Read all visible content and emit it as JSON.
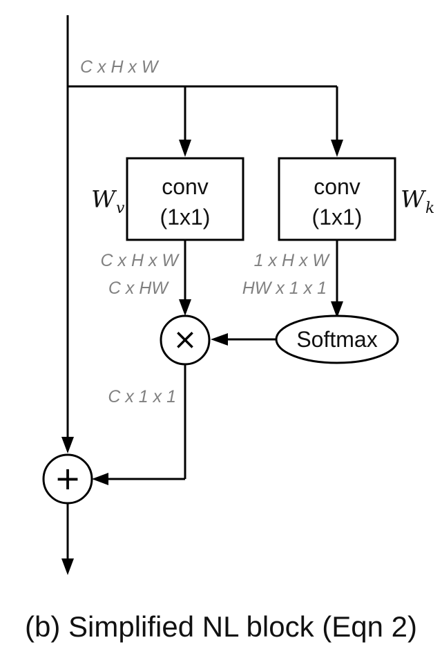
{
  "dims": {
    "input": "C x H x W",
    "value_out_1": "C x H x W",
    "value_out_2": "C x HW",
    "key_out_1": "1 x H x W",
    "key_out_2": "HW x 1 x 1",
    "product_out": "C x 1 x 1"
  },
  "blocks": {
    "value_conv_line1": "conv",
    "value_conv_line2": "(1x1)",
    "key_conv_line1": "conv",
    "key_conv_line2": "(1x1)",
    "softmax": "Softmax"
  },
  "weights": {
    "value_base": "W",
    "value_sub": "v",
    "key_base": "W",
    "key_sub": "k"
  },
  "operators": {
    "multiply": "×",
    "add": "+"
  },
  "caption": "(b) Simplified NL block (Eqn 2)"
}
